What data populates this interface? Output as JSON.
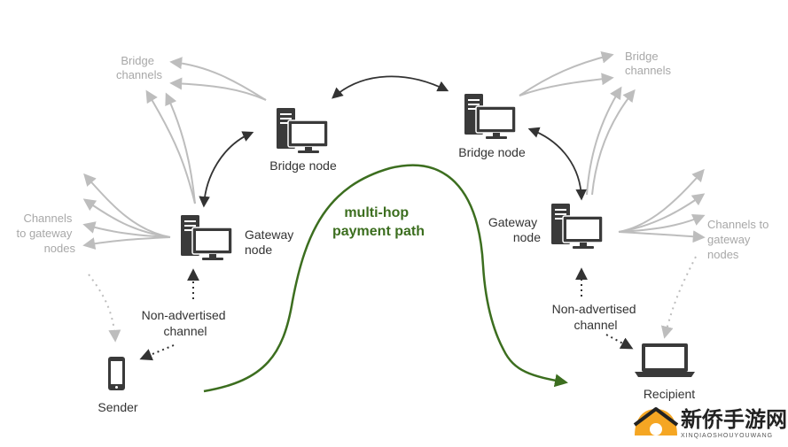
{
  "labels": {
    "bridge_channels": "Bridge\nchannels",
    "bridge_node": "Bridge node",
    "gateway_node": "Gateway\nnode",
    "channels_to_gateway_left": "Channels\nto gateway\nnodes",
    "channels_to_gateway_right": "Channels to\ngateway\nnodes",
    "non_advertised_channel": "Non-advertised\nchannel",
    "sender": "Sender",
    "recipient": "Recipient",
    "payment_path": "multi-hop\npayment path"
  },
  "watermark": {
    "title": "新侨手游网",
    "subtitle": "XINQIAOSHOUYOUWANG"
  },
  "icons": [
    "server-icon",
    "smartphone-icon",
    "laptop-icon",
    "watermark-logo-icon"
  ],
  "colors": {
    "dark": "#333333",
    "gray": "#bdbdbd",
    "green": "#3c6e1f",
    "logo_orange": "#f5a623"
  }
}
